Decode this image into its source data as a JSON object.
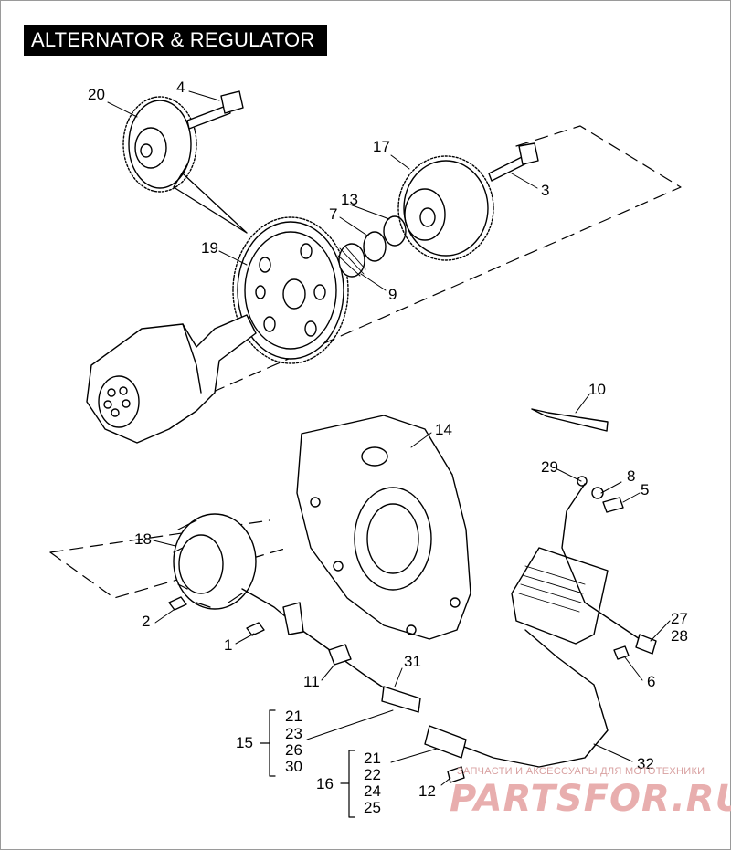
{
  "title": "ALTERNATOR & REGULATOR",
  "callouts": {
    "c1": "1",
    "c2": "2",
    "c3": "3",
    "c4": "4",
    "c5": "5",
    "c6": "6",
    "c7": "7",
    "c8": "8",
    "c9": "9",
    "c10": "10",
    "c11": "11",
    "c12": "12",
    "c13": "13",
    "c14": "14",
    "c15": "15",
    "c16": "16",
    "c17": "17",
    "c18": "18",
    "c19": "19",
    "c20": "20",
    "c27": "27",
    "c28": "28",
    "c29": "29",
    "c31": "31",
    "c32": "32"
  },
  "kit15": [
    "21",
    "23",
    "26",
    "30"
  ],
  "kit16": [
    "21",
    "22",
    "24",
    "25"
  ],
  "watermark": {
    "tagline": "ЗАПЧАСТИ И АКСЕССУАРЫ ДЛЯ МОТОТЕХНИКИ",
    "brand": "PARTSFOR.RU"
  }
}
